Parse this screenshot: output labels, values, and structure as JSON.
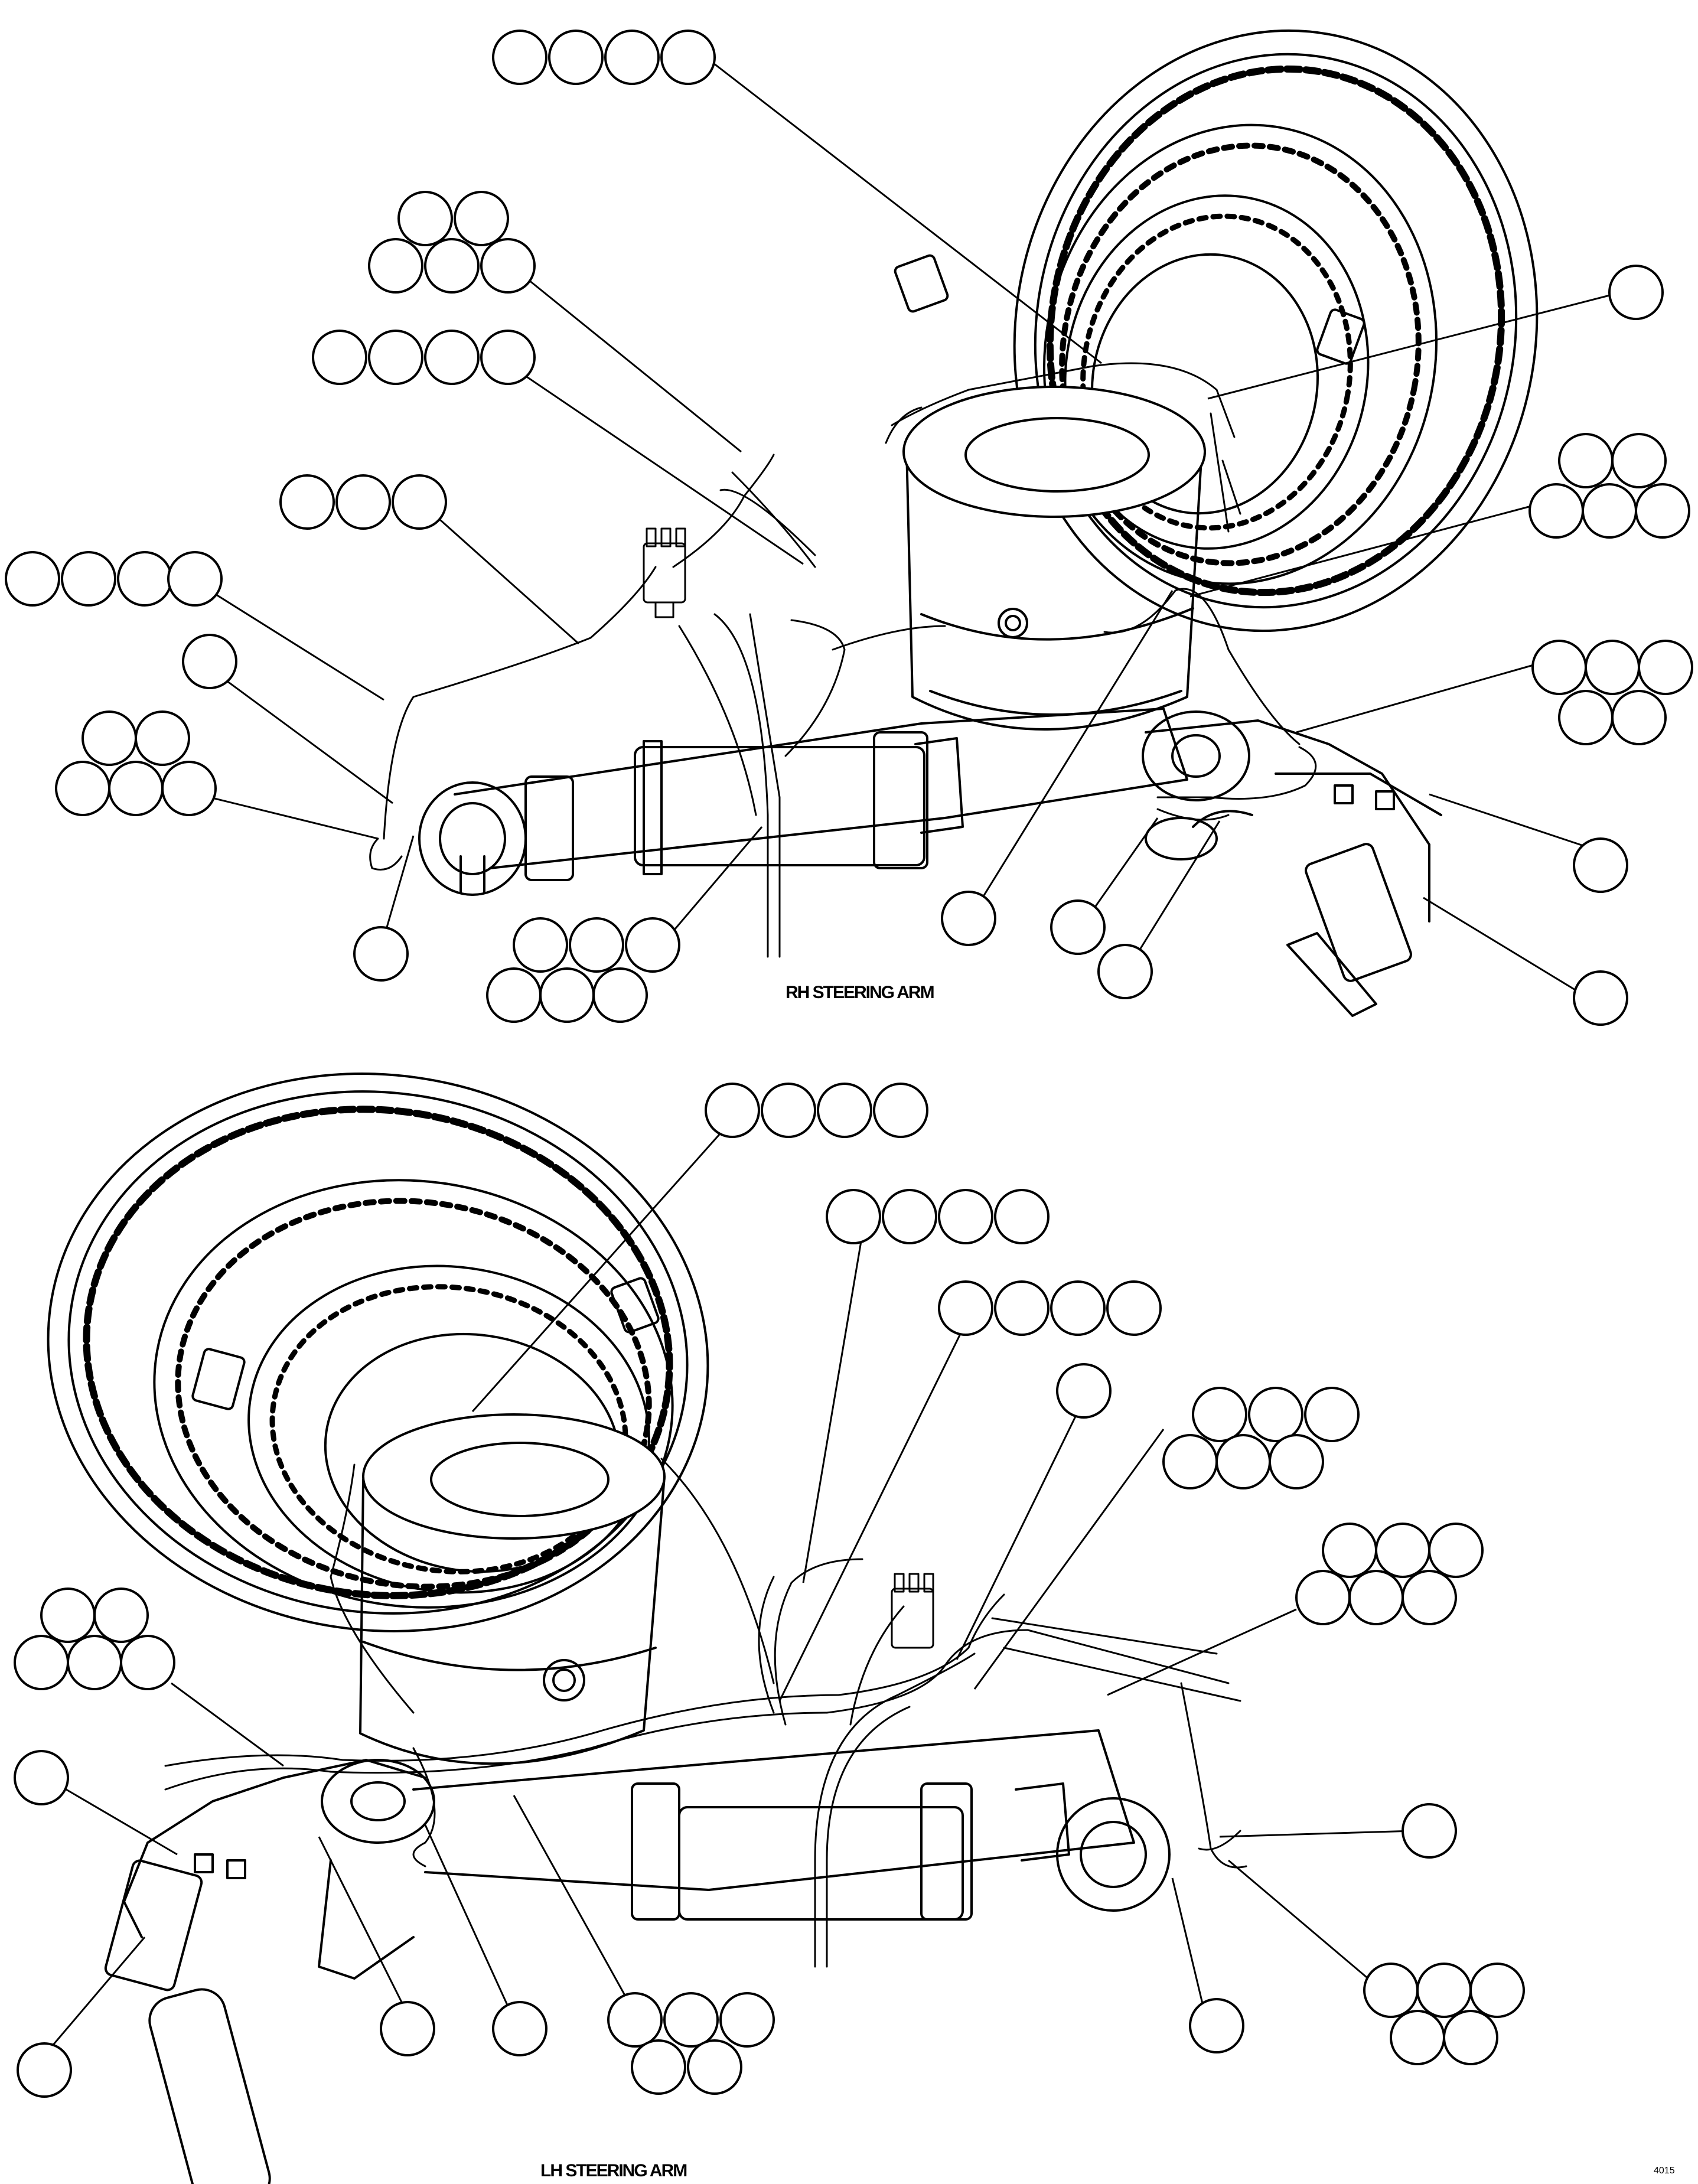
{
  "figure": {
    "views": [
      {
        "caption": "RH STEERING ARM"
      },
      {
        "caption": "LH STEERING ARM"
      }
    ],
    "figure_number": "4015"
  }
}
